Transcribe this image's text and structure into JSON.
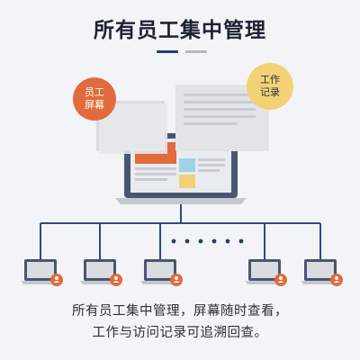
{
  "header": {
    "title": "所有员工集中管理"
  },
  "bubbles": {
    "screen": {
      "text": "员工\n屏幕"
    },
    "records": {
      "text": "工作\n记录"
    }
  },
  "caption": {
    "line1": "所有员工集中管理，屏幕随时查看，",
    "line2": "工作与访问记录可追溯回查。"
  },
  "colors": {
    "navy": "#1f3f7a",
    "gray_accent": "#b5b8bd",
    "orange": "#e06b3c",
    "yellow": "#f3d275",
    "network_line": "#2a4a85",
    "laptop_frame": "#4a5670"
  }
}
